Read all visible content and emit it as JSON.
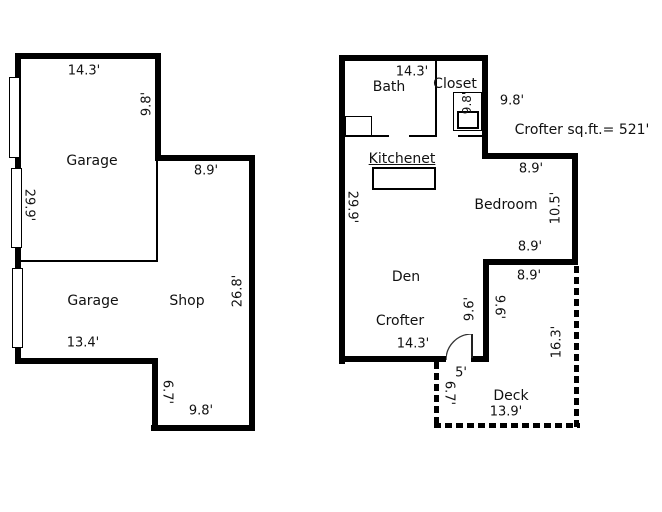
{
  "title": "Crofter sq.ft.= 521'",
  "garage": {
    "rooms": {
      "garage_upper": "Garage",
      "garage_lower": "Garage",
      "shop": "Shop"
    },
    "dims": {
      "top": "14.3'",
      "upper_right": "9.8'",
      "shop_top": "8.9'",
      "left": "29.9'",
      "right": "26.8'",
      "lower_bottom": "13.4'",
      "notch": "6.7'",
      "bottom": "9.8'"
    }
  },
  "crofter": {
    "rooms": {
      "bath": "Bath",
      "closet": "Closet",
      "kitchenet": "Kitchenet",
      "bedroom": "Bedroom",
      "den": "Den",
      "crofter": "Crofter",
      "deck": "Deck"
    },
    "dims": {
      "top": "14.3'",
      "closet": "9.8'",
      "right_top": "9.8'",
      "left": "29.9'",
      "bedroom_top": "8.9'",
      "bedroom_right": "10.5'",
      "bedroom_bottom": "8.9'",
      "deck_top": "8.9'",
      "den_wall_in": "9.6'",
      "den_wall_out": "9.6'",
      "den_bottom": "14.3'",
      "door": "5'",
      "deck_left": "6.7'",
      "deck_right": "16.3'",
      "deck_bottom": "13.9'"
    }
  }
}
